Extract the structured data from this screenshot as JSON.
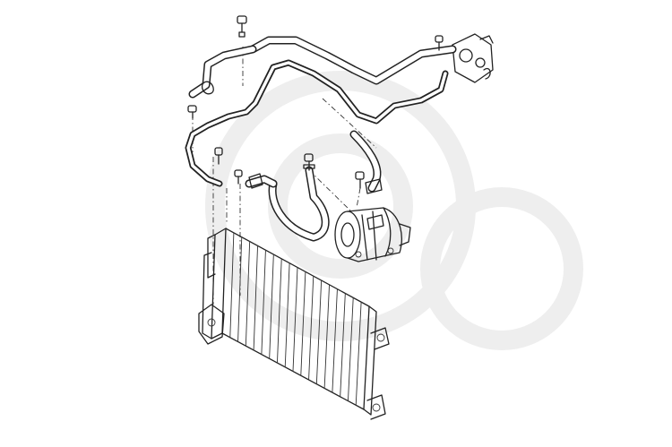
{
  "diagram": {
    "highlight_color": "#e0101a",
    "line_color": "#222222",
    "watermark_color": "#eeeeee",
    "background": "#ffffff",
    "parts": [
      "condenser",
      "ac-compressor",
      "evaporator-connection-block",
      "high-pressure-line-highlighted",
      "suction-hose",
      "discharge-hose",
      "fastening-bolts",
      "receiver-drier-mount"
    ]
  }
}
